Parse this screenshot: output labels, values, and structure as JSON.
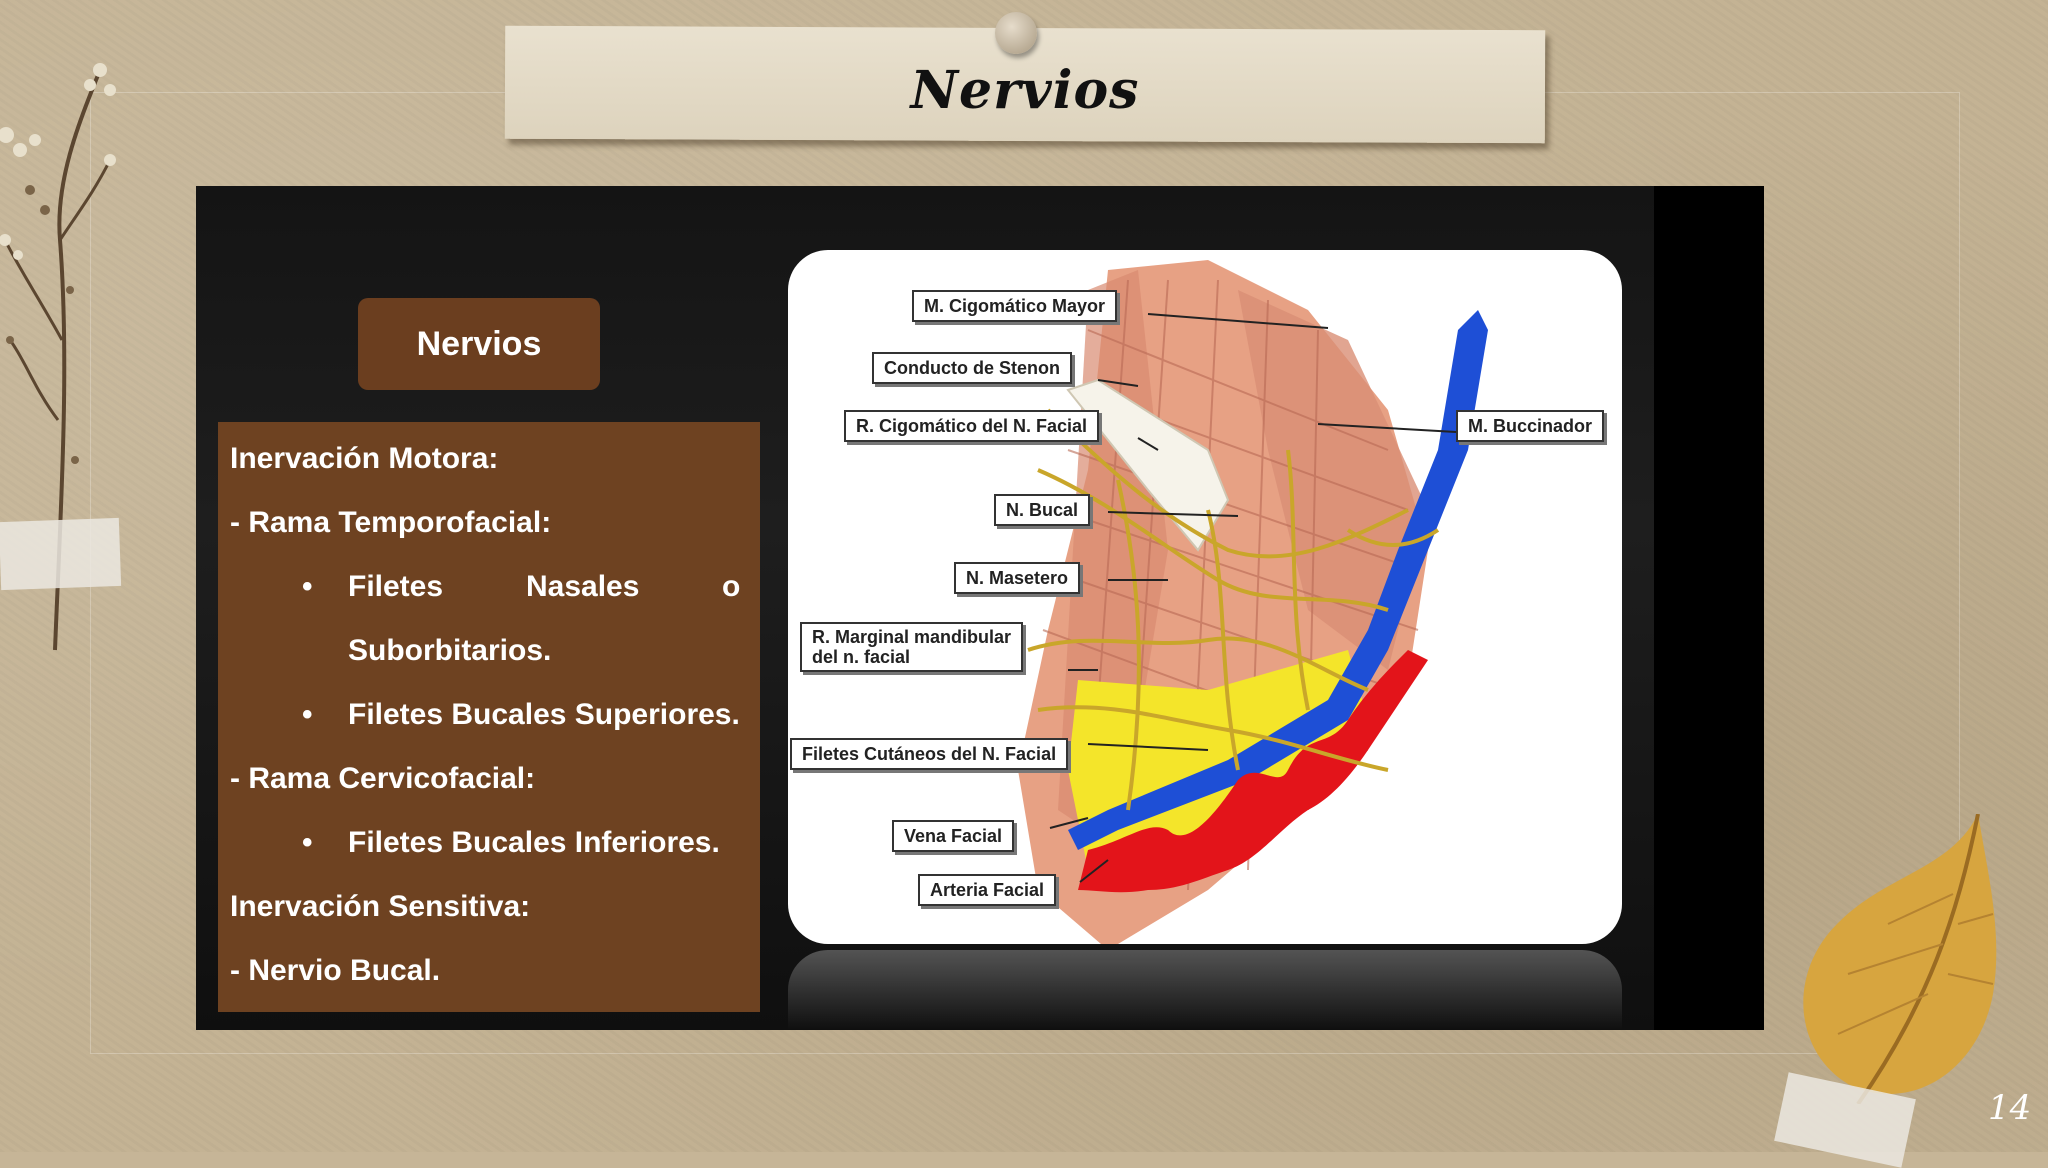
{
  "page": {
    "title": "Nervios",
    "page_number": "14"
  },
  "slide": {
    "badge": "Nervios",
    "lines": [
      "Inervación Motora:",
      "- Rama Temporofacial:",
      "Filetes",
      "Nasales",
      "o",
      "Suborbitarios.",
      "Filetes Bucales Superiores.",
      "- Rama Cervicofacial:",
      "Filetes Bucales Inferiores.",
      "Inervación Sensitiva:",
      "- Nervio Bucal."
    ],
    "bullet": "•"
  },
  "diagram": {
    "labels": {
      "cigomatico_mayor": "M. Cigomático Mayor",
      "stenon": "Conducto de Stenon",
      "r_cigomatico": "R. Cigomático del N. Facial",
      "bucal": "N. Bucal",
      "masetero": "N. Masetero",
      "marginal": "R. Marginal mandibular",
      "marginal2": "del n. facial",
      "cutaneos": "Filetes Cutáneos del N. Facial",
      "vena": "Vena Facial",
      "arteria": "Arteria Facial",
      "buccinador": "M. Buccinador"
    }
  }
}
